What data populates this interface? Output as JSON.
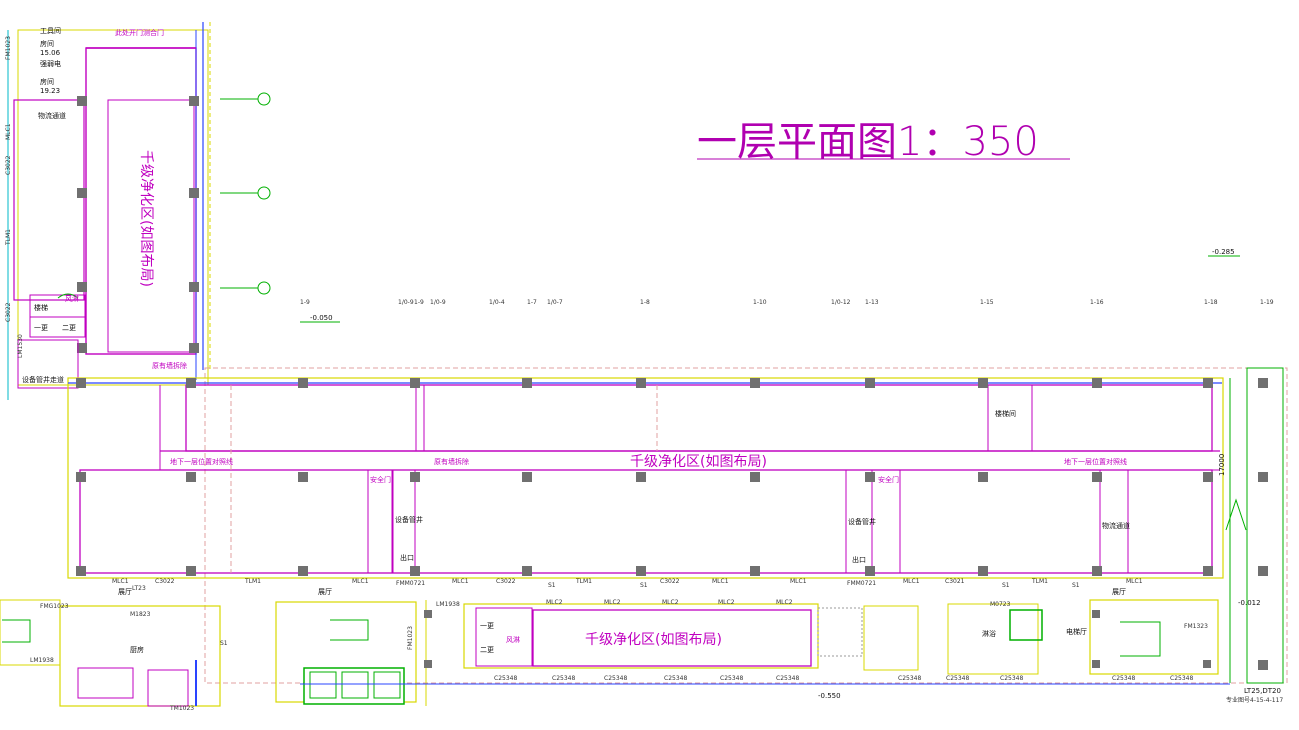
{
  "drawing": {
    "title": "一层平面图1：350",
    "scale_note": "",
    "elevations": [
      "-0.050",
      "-0.285",
      "-0.012",
      "-0.550"
    ]
  },
  "zones": {
    "clean_area_main": "千级净化区(如图布局)",
    "clean_area_left_vertical": "千级净化区(如图布局)",
    "clean_area_bottom": "千级净化区(如图布局)"
  },
  "labels": {
    "fire_door_top": "此处开门测合门",
    "tool_room": "工具间",
    "area_1506": "15.06",
    "power_room": "强弱电",
    "room_b": "房间",
    "area_1923": "19.23",
    "logistics_channel": "物流通道",
    "stair_a": "楼梯",
    "wind_shower": "风淋",
    "first_change": "一更",
    "second_change": "二更",
    "pipe_shaft": "设备管井",
    "walkway": "走道",
    "original_wall": "原有墙拆除",
    "lower_projection_left": "地下一层位置对照线",
    "lower_projection_right": "地下一层位置对照线",
    "original_wall_mid": "原有墙拆除",
    "safety_door_a": "安全门",
    "safety_door_b": "安全门",
    "equip_shaft_a": "设备管井",
    "equip_shaft_b": "设备管井",
    "exit_a": "出口",
    "exit_b": "出口",
    "logistics_b": "物流通道",
    "stair_room": "楼梯间",
    "hall": "展厅",
    "kitchen": "厨房",
    "elevator_hall": "电梯厅",
    "shower": "淋浴",
    "dim_17000": "17000",
    "bottom_note": "LT25,DT20",
    "bottom_code": "专业图号4-15-4-117"
  },
  "tags": {
    "top_row": [
      "1-9",
      "1/0-9",
      "1-9",
      "1/0-9",
      "1/0-4",
      "1-7",
      "1/0-7",
      "1-8",
      "1-10",
      "1/0-12",
      "1-13",
      "1-15",
      "1-16",
      "1-18",
      "1-19"
    ],
    "bottom_row": [
      "MLC1",
      "C3022",
      "TLM1",
      "MLC1",
      "FMM0721",
      "MLC1",
      "C3022",
      "S1",
      "TLM1",
      "S1",
      "C3022",
      "MLC1",
      "MLC1",
      "FMM0721",
      "MLC1",
      "C3021",
      "S1",
      "TLM1",
      "S1",
      "MLC1"
    ],
    "lower_row": [
      "C25348",
      "C25348",
      "C25348",
      "C25348",
      "C25348",
      "C25348",
      "C25348",
      "C25348",
      "C25348",
      "C25348",
      "C25348"
    ],
    "mlc2": [
      "MLC2",
      "MLC2",
      "MLC2",
      "MLC2",
      "MLC2"
    ],
    "left_col": [
      "FM1023",
      "C3022",
      "TLM1",
      "C3022",
      "LM1530",
      "MLC1"
    ],
    "misc": [
      "LM1938",
      "FMG1023",
      "M1823",
      "M0723",
      "FM1023",
      "LT23",
      "S1",
      "LM1938",
      "FM1323",
      "TM1023"
    ]
  },
  "colors": {
    "magenta": "#c000c0",
    "wall": "#9a9a9a",
    "column": "#707070",
    "blue": "#2a44ff",
    "yellow": "#d8d800",
    "green": "#00b000",
    "cyan": "#00b8c8"
  }
}
